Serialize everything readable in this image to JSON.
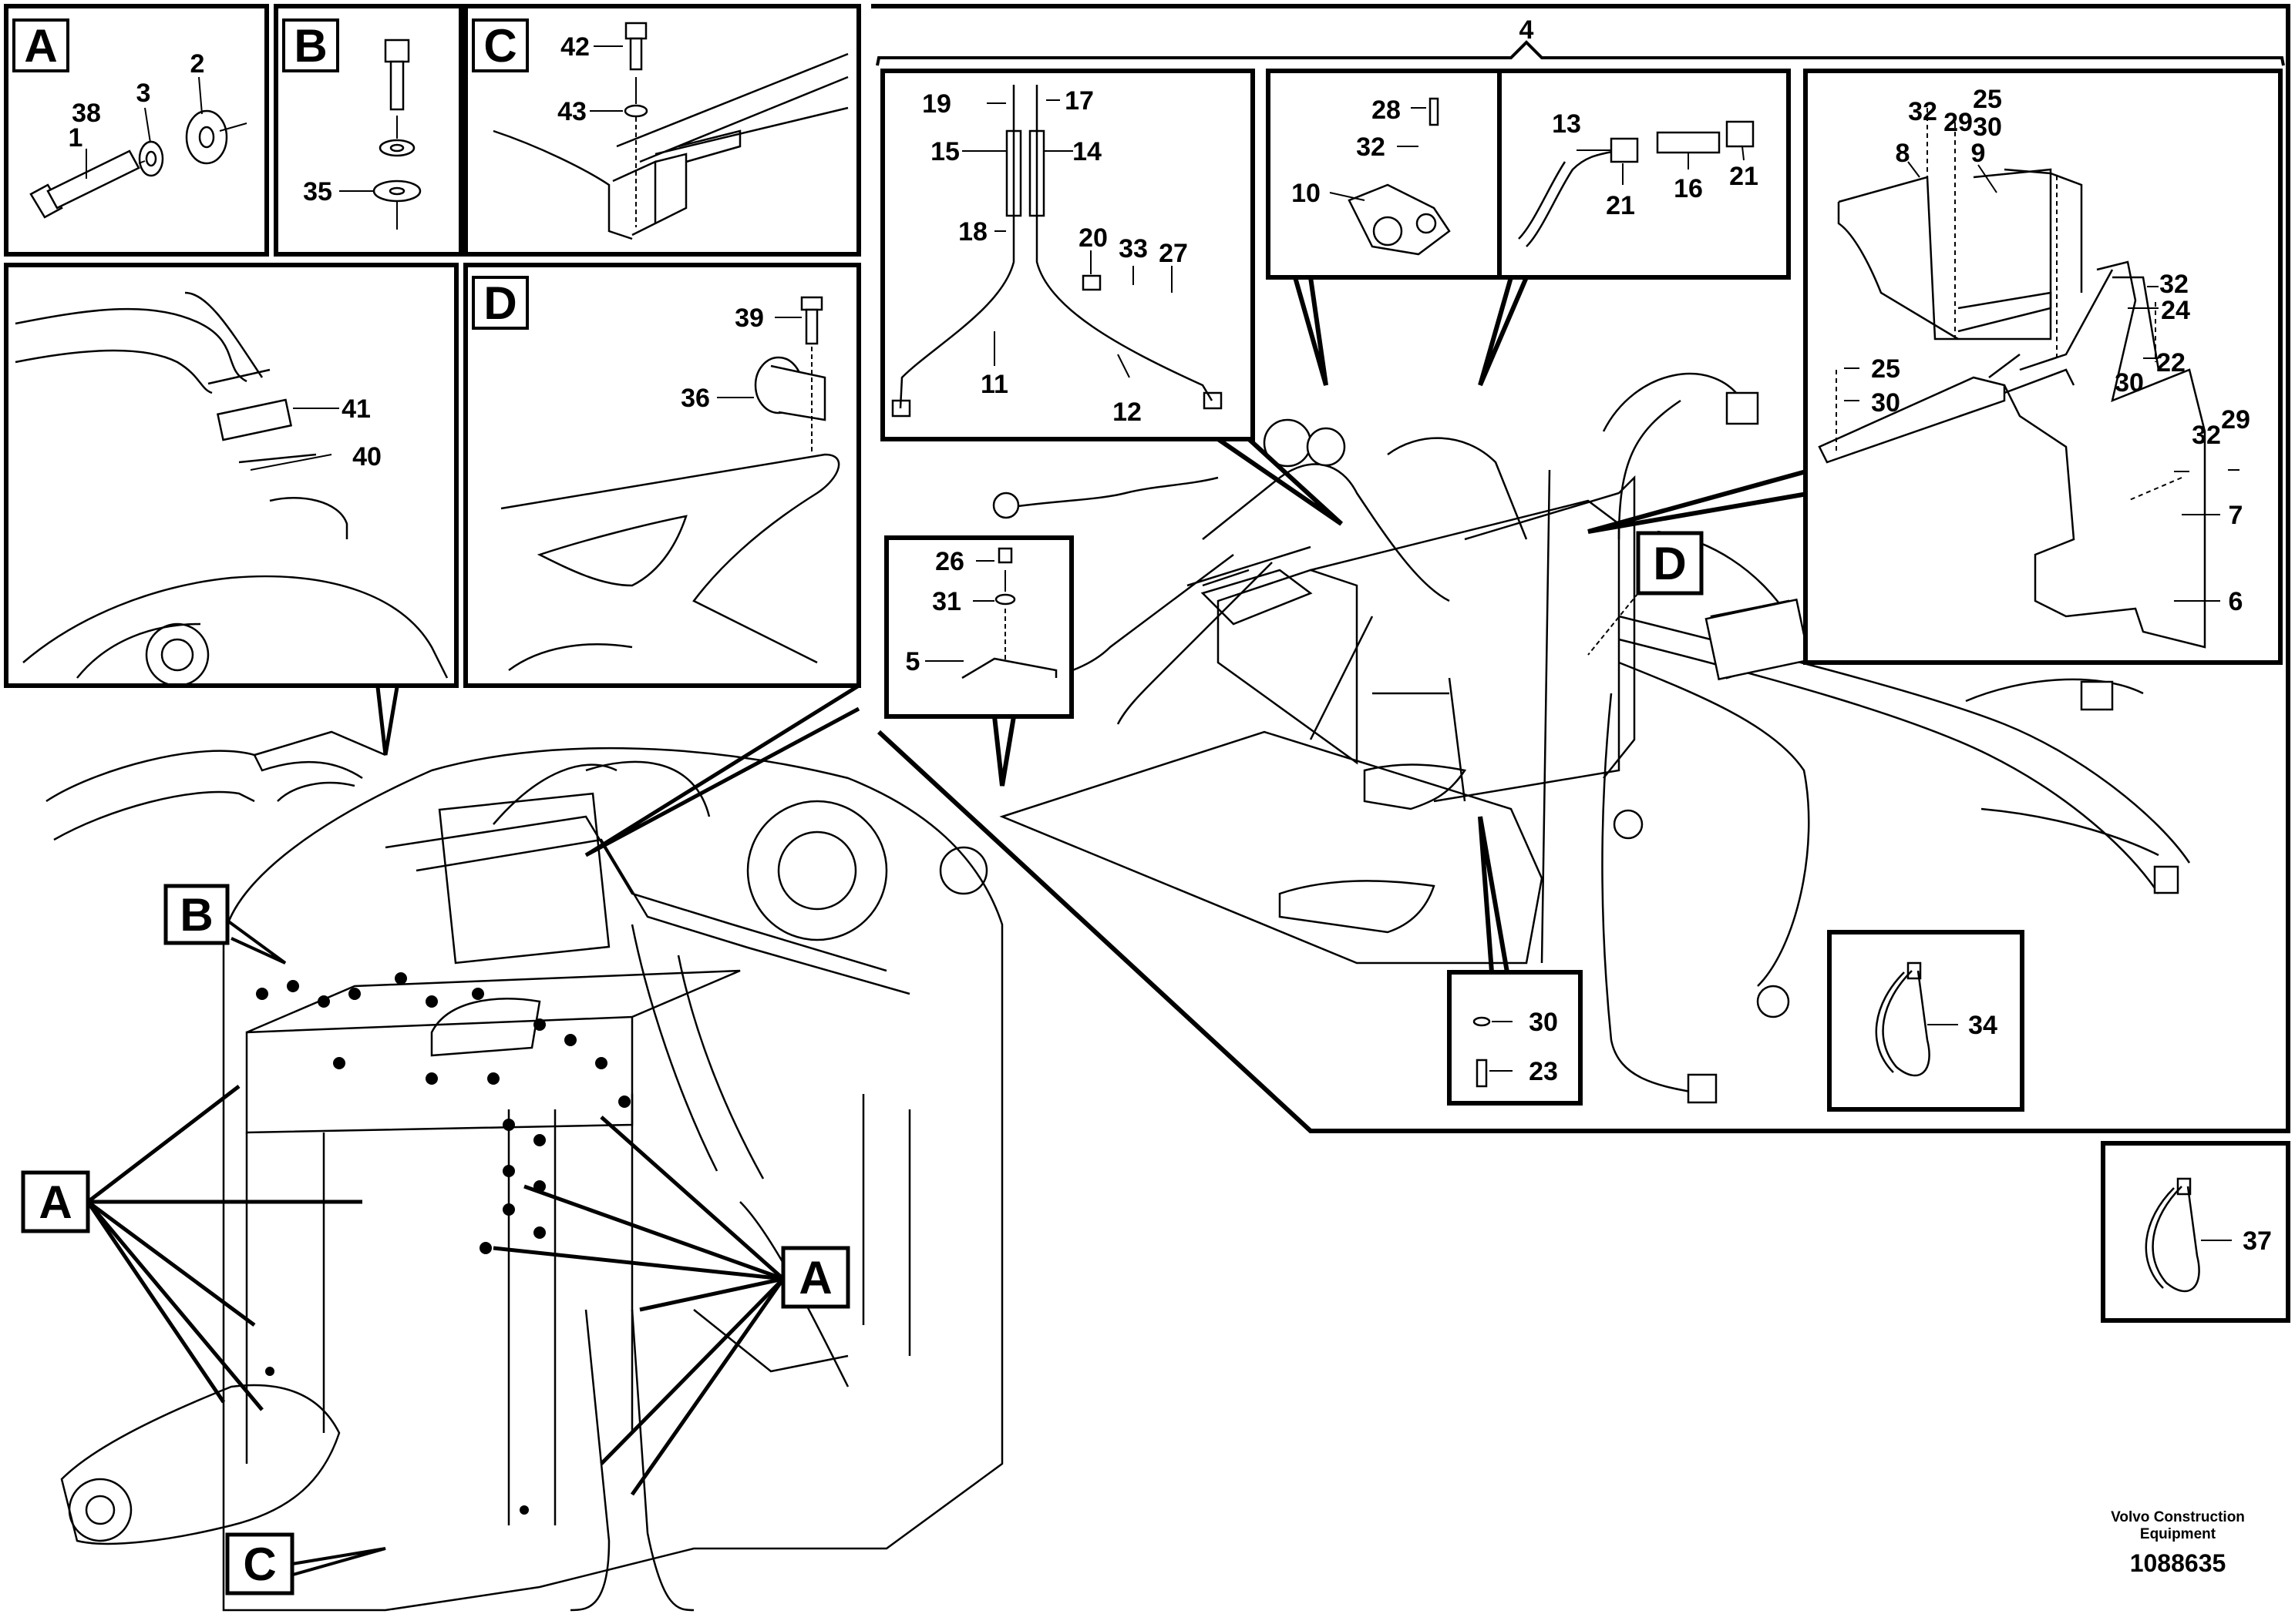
{
  "views": {
    "A": "A",
    "B": "B",
    "C": "C",
    "D": "D",
    "main_A": "A",
    "main_A2": "A",
    "main_B": "B",
    "main_C": "C",
    "main_D": "D"
  },
  "assembly_number": "4",
  "parts": {
    "p1": "1",
    "p2": "2",
    "p3": "3",
    "p5": "5",
    "p6": "6",
    "p7": "7",
    "p8": "8",
    "p9": "9",
    "p10": "10",
    "p11": "11",
    "p12": "12",
    "p13": "13",
    "p14": "14",
    "p15": "15",
    "p16": "16",
    "p17": "17",
    "p18": "18",
    "p19": "19",
    "p20": "20",
    "p21a": "21",
    "p21b": "21",
    "p22": "22",
    "p23": "23",
    "p24": "24",
    "p25a": "25",
    "p25b": "25",
    "p26": "26",
    "p27": "27",
    "p28": "28",
    "p29a": "29",
    "p29b": "29",
    "p30a": "30",
    "p30b": "30",
    "p30c": "30",
    "p30d": "30",
    "p31": "31",
    "p32a": "32",
    "p32b": "32",
    "p32c": "32",
    "p32d": "32",
    "p33": "33",
    "p34": "34",
    "p35": "35",
    "p36": "36",
    "p37": "37",
    "p38": "38",
    "p39": "39",
    "p40": "40",
    "p41": "41",
    "p42": "42",
    "p43": "43"
  },
  "footer": {
    "brand_line1": "Volvo Construction",
    "brand_line2": "Equipment",
    "drawing_number": "1088635"
  }
}
